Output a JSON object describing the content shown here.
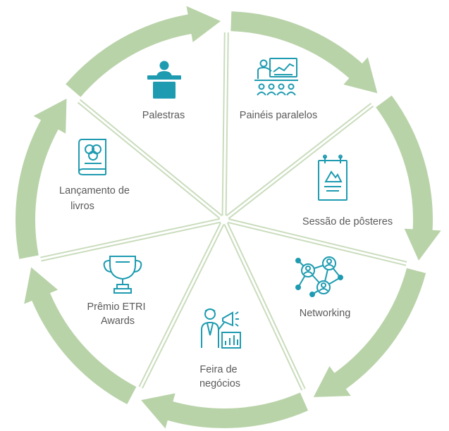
{
  "colors": {
    "ring": "#b9d3a9",
    "icon": "#1e9bb0",
    "divider": "#c9dcbc",
    "text": "#5a5a5a"
  },
  "segments": [
    {
      "label_lines": [
        "Palestras"
      ],
      "icon": "podium-speaker-icon"
    },
    {
      "label_lines": [
        "Painéis paralelos"
      ],
      "icon": "presentation-audience-icon"
    },
    {
      "label_lines": [
        "Sessão de pôsteres"
      ],
      "icon": "hanging-poster-icon"
    },
    {
      "label_lines": [
        "Networking"
      ],
      "icon": "people-network-icon"
    },
    {
      "label_lines": [
        "Feira de",
        "negócios"
      ],
      "icon": "businessman-megaphone-icon"
    },
    {
      "label_lines": [
        "Prêmio ETRI",
        "Awards"
      ],
      "icon": "trophy-icon"
    },
    {
      "label_lines": [
        "Lançamento de",
        "livros"
      ],
      "icon": "book-icon"
    }
  ]
}
